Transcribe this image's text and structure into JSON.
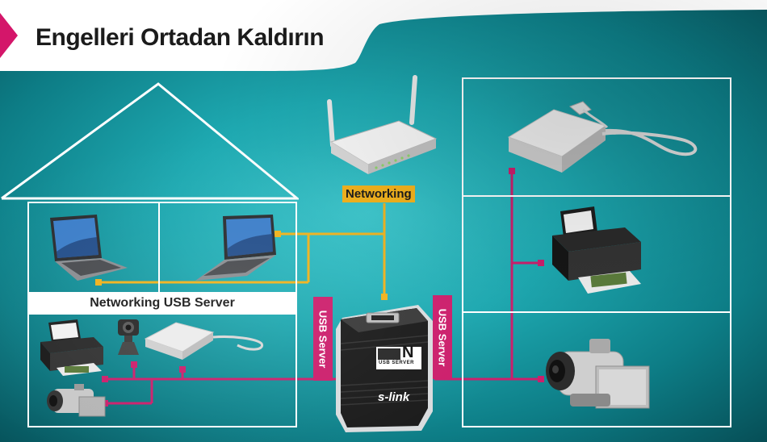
{
  "title": "Engelleri Ortadan Kaldırın",
  "labels": {
    "networking": "Networking",
    "networking_usb_server": "Networking USB Server",
    "usb_server_left": "USB Server",
    "usb_server_right": "USB Server",
    "device_brand": "s-link",
    "device_model": "USB SERVER",
    "device_badge": "N"
  },
  "colors": {
    "accent_pink": "#cc1f6c",
    "accent_yellow": "#f3b21b",
    "background_teal": "#1ea9b1"
  },
  "devices": [
    {
      "type": "wireless-router"
    },
    {
      "type": "laptop"
    },
    {
      "type": "laptop"
    },
    {
      "type": "usb-server"
    },
    {
      "type": "external-drive"
    },
    {
      "type": "printer"
    },
    {
      "type": "video-camera"
    }
  ]
}
